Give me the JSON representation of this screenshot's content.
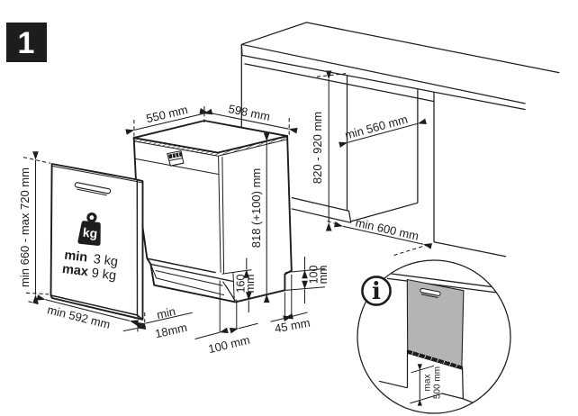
{
  "page": {
    "background": "#ffffff",
    "ink_color": "#1d1d1b",
    "gray_fill": "#b3b5b4"
  },
  "step_badge": {
    "label": "1"
  },
  "dimensions": {
    "top_depth": "550 mm",
    "top_width": "598 mm",
    "niche_depth": "min 560 mm",
    "niche_height": "820 - 920 mm",
    "niche_floor_depth": "min 600 mm",
    "unit_height": "818 (+100) mm",
    "panel_height": "min 660 - max 720 mm",
    "panel_width": "min 592 mm",
    "panel_gap_line1": "min",
    "panel_gap_line2": "18mm",
    "plinth_recess_line1": "160",
    "plinth_recess_line2": "mm",
    "plinth_front_depth": "100 mm",
    "side_step": "45 mm",
    "side_clearance_line1": "100",
    "side_clearance_line2": "mm",
    "detail_plinth_line1": "max",
    "detail_plinth_line2": "500 mm"
  },
  "door_panel": {
    "weight_icon_label": "kg",
    "weight_min_label": "min",
    "weight_min_value": "3 kg",
    "weight_max_label": "max",
    "weight_max_value": "9 kg"
  },
  "detail_view": {
    "info_icon_glyph": "i"
  }
}
